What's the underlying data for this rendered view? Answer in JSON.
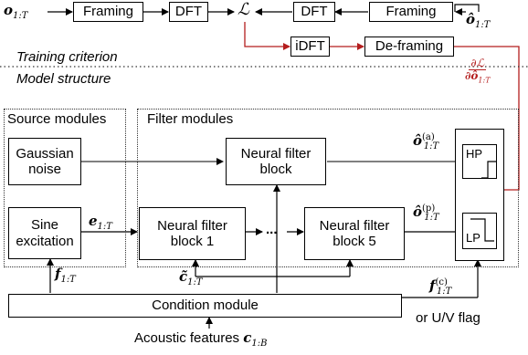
{
  "top_pipeline": {
    "input_label": "o",
    "input_sub": "1:T",
    "framing_left": "Framing",
    "dft_left": "DFT",
    "loss_symbol": "ℒ",
    "dft_right": "DFT",
    "framing_right": "Framing",
    "output_label": "ô",
    "output_sub": "1:T",
    "idft": "iDFT",
    "deframing": "De-framing"
  },
  "gradient": {
    "numerator": "∂ℒ",
    "denominator": "∂ô",
    "denominator_sub": "1:T"
  },
  "section_labels": {
    "training": "Training criterion",
    "model": "Model structure"
  },
  "source_modules": {
    "title": "Source modules",
    "gaussian": "Gaussian noise",
    "sine": "Sine excitation"
  },
  "filter_modules": {
    "title": "Filter modules",
    "nf_block": "Neural filter block",
    "nf_block1": "Neural filter block 1",
    "nf_block5": "Neural filter block 5",
    "ellipsis": "..."
  },
  "signals": {
    "e_label": "e",
    "e_sub": "1:T",
    "c_label": "c̃",
    "c_sub": "1:T",
    "f_label": "f",
    "f_sub": "1:T",
    "oa_label": "ô",
    "oa_sup": "(a)",
    "oa_sub": "1:T",
    "op_label": "ô",
    "op_sup": "(p)",
    "op_sub": "1:T",
    "fc_label": "f",
    "fc_sup": "(c)",
    "fc_sub": "1:T",
    "uv_flag": "or U/V flag"
  },
  "output_filters": {
    "hp": "HP",
    "lp": "LP",
    "sum": "+"
  },
  "condition": {
    "title": "Condition module",
    "acoustic_text": "Acoustic features",
    "acoustic_label": "c",
    "acoustic_sub": "1:B"
  },
  "colors": {
    "gradient_path": "#b41e1e",
    "line": "#000000"
  }
}
